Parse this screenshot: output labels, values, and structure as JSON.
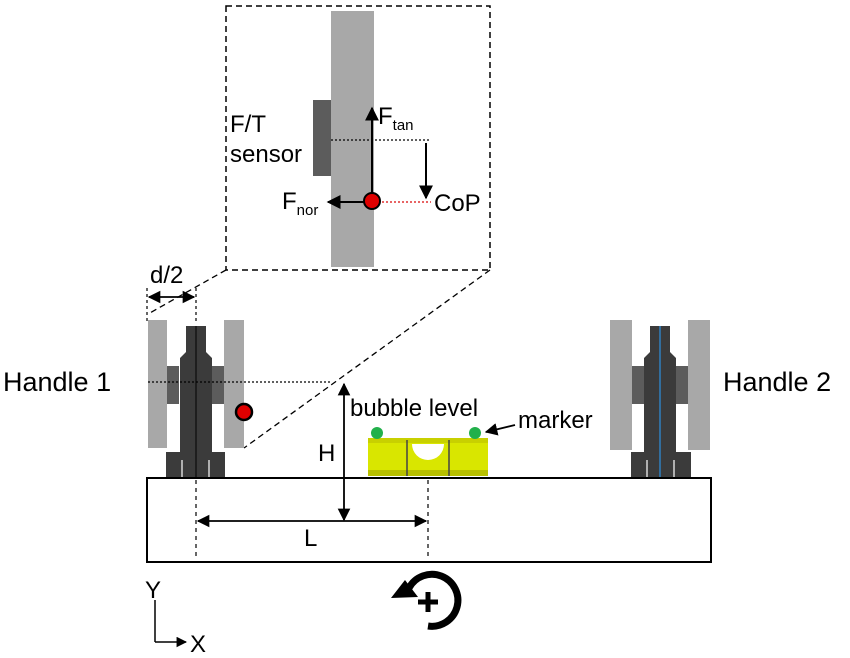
{
  "labels": {
    "handle1": "Handle 1",
    "handle2": "Handle 2",
    "bubble_level": "bubble level",
    "marker": "marker",
    "height": "H",
    "length": "L",
    "half_distance": "d/2",
    "sensor_line1": "F/T",
    "sensor_line2": "sensor",
    "f_tan_main": "F",
    "f_tan_sub": "tan",
    "f_nor_main": "F",
    "f_nor_sub": "nor",
    "cop": "CoP",
    "axis_y": "Y",
    "axis_x": "X"
  },
  "colors": {
    "handle_dark": "#3b3b3b",
    "handle_light": "#a8a8a8",
    "sensor_dark": "#5c5c5c",
    "bubble_yellow": "#d9e600",
    "marker_green": "#22b04b",
    "cop_red": "#e00000",
    "axis_blue": "#2f7fc0",
    "cop_line_red": "#e03030"
  },
  "icons": {
    "rotation": "clockwise-rotation-plus-icon"
  }
}
